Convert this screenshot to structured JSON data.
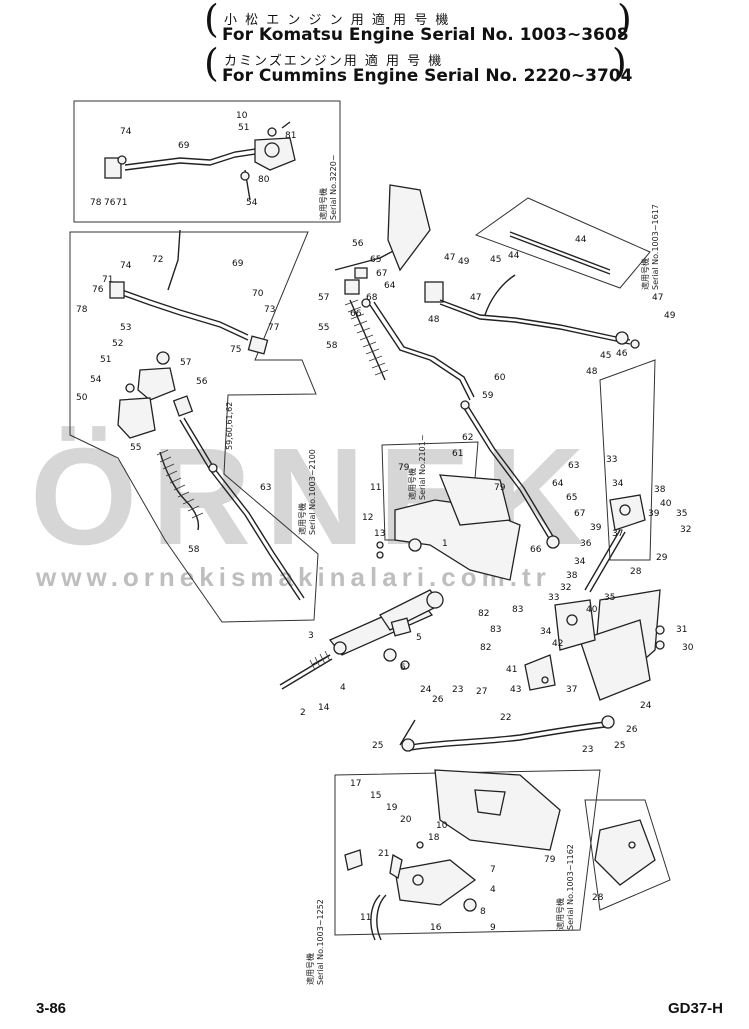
{
  "header": {
    "jp_komatsu": "小 松 エ ン ジ ン 用   適 用 号 機",
    "en_komatsu": "For Komatsu Engine Serial No. 1003~3608",
    "jp_cummins": "カミンズエンジン用  適 用 号 機",
    "en_cummins": "For Cummins Engine Serial No. 2220~3704"
  },
  "captions": {
    "c1": "適用号機",
    "c1b": "Serial No.3220~",
    "c2": "適用号機",
    "c2b": "Serial No.1003~2100",
    "c3": "適用号機",
    "c3b": "Serial No.2101~",
    "c4": "適用号機",
    "c4b": "Serial No.1003~1617",
    "c5": "適用号機",
    "c5b": "Serial No.1003~1252",
    "c6": "適用号機",
    "c6b": "Serial No.1003~1162",
    "c7": "59,60,61,62"
  },
  "watermark": {
    "brand": "ÖRNEK",
    "url": "www.ornekismakinalari.com.tr"
  },
  "footer": {
    "page": "3-86",
    "model": "GD37-H"
  },
  "callouts": [
    "1",
    "2",
    "3",
    "4",
    "5",
    "6",
    "7",
    "8",
    "9",
    "10",
    "11",
    "12",
    "13",
    "14",
    "15",
    "16",
    "17",
    "18",
    "19",
    "20",
    "21",
    "22",
    "23",
    "24",
    "25",
    "26",
    "27",
    "28",
    "29",
    "30",
    "31",
    "32",
    "33",
    "34",
    "35",
    "36",
    "37",
    "38",
    "39",
    "40",
    "41",
    "42",
    "43",
    "44",
    "45",
    "46",
    "47",
    "48",
    "49",
    "50",
    "51",
    "52",
    "53",
    "54",
    "55",
    "56",
    "57",
    "58",
    "59",
    "60",
    "61",
    "62",
    "63",
    "64",
    "65",
    "66",
    "67",
    "68",
    "69",
    "70",
    "71",
    "72",
    "73",
    "74",
    "75",
    "76",
    "77",
    "78",
    "79",
    "80",
    "81",
    "82",
    "83"
  ]
}
